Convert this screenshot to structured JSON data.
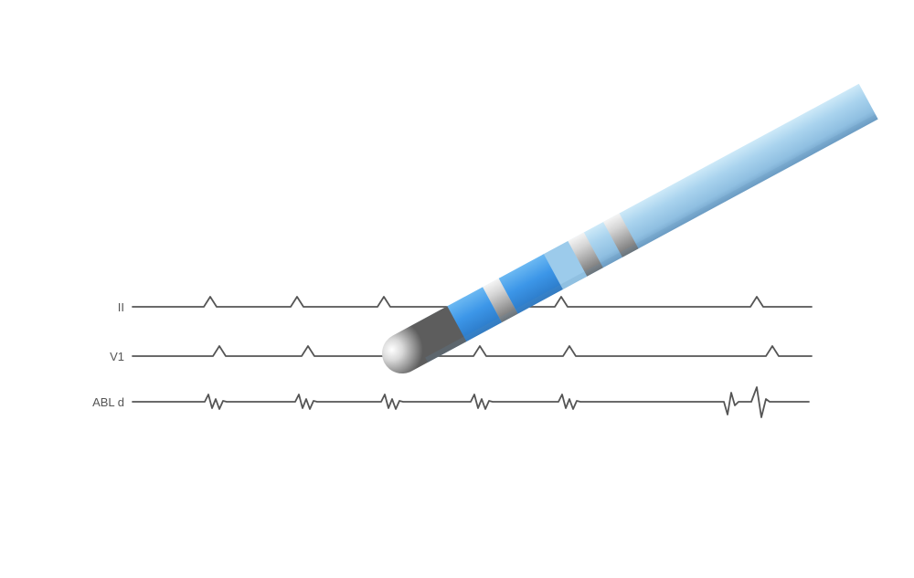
{
  "leads": [
    {
      "label": "II"
    },
    {
      "label": "V1"
    },
    {
      "label": "ABL d"
    }
  ],
  "colors": {
    "trace": "#555555",
    "label": "#555555",
    "shaft_light": "#aee0f7",
    "shaft_mid": "#9fcbe6",
    "shaft_dark": "#6ea3c8",
    "tip_electrode_band": "#3a98e6",
    "metal": "#c4c4c4"
  },
  "icons": [
    "ablation-catheter-illustration"
  ]
}
